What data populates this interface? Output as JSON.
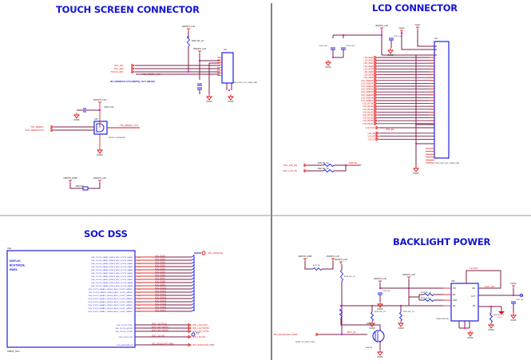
{
  "sections": {
    "touch": {
      "title": "TOUCH SCREEN CONNECTOR",
      "i2c_note": "I2C ADDRESS 0x70 (WRITE), 0x71 (READ)",
      "connector_ref": "J21",
      "connector_part": "XKB_FLEX_10P_0.5MM_SMD",
      "inputs": [
        "I2C1_SCL",
        "I2C1_SDA",
        "TOUCH_INTn"
      ],
      "reset_net": "TSC_RESETn_3V3",
      "rail_top": "VDDSHV_LCD",
      "rail_pullup": "VDDSHV_LCD",
      "pullup_res": "R232 10K_1%",
      "gnd": "DGND",
      "buffer_ref": "U26",
      "buffer_part": "SN74LVC1G08DBVR",
      "buffer_cap": "C230 0.1uF",
      "buffer_inputs": [
        "TSC_RESETn",
        "SOC_RESETSTATz"
      ],
      "buffer_output": "TSC_RESETn_3V3",
      "ferrite_left": "VDDSHV_DSBV",
      "ferrite_right": "VDDSHV_LCD",
      "ferrite_ref": "FB24 0R"
    },
    "lcd": {
      "title": "LCD CONNECTOR",
      "connector_ref": "J20",
      "connector_part": "XKB_FLEX_40P_0.5MM_SMD",
      "rails": [
        "VDDSHV_LCD",
        "VLED+",
        "VLED-"
      ],
      "caps": [
        "C228 10uF",
        "C229 0.1uF",
        "C227 0.1uF"
      ],
      "signals": [
        "LCD_RED0",
        "LCD_RED1",
        "LCD_RED2",
        "LCD_RED3",
        "LCD_RED4",
        "LCD_RED5",
        "LCD_RED6",
        "LCD_RED7",
        "LCD_GREEN0",
        "LCD_GREEN1",
        "LCD_GREEN2",
        "LCD_GREEN3",
        "LCD_GREEN4",
        "LCD_GREEN5",
        "LCD_GREEN6",
        "LCD_GREEN7",
        "LCD_BLUE0",
        "LCD_BLUE1",
        "LCD_BLUE2",
        "LCD_BLUE3",
        "LCD_BLUE4",
        "LCD_BLUE5",
        "LCD_BLUE6",
        "LCD_BLUE7"
      ],
      "ctrl_signals": [
        "LCD_PCLK",
        "LCD_DE",
        "LCD_HS",
        "LCD_VS"
      ],
      "disp_en": "DISP_EN",
      "enable_inputs": [
        "SOC_LCD_EN",
        "SOC_LCD_ON"
      ],
      "enable_res": [
        "R230 0R_1%",
        "R231 0R_1%"
      ],
      "gnd": "DGND"
    },
    "soc": {
      "title": "SOC DSS",
      "block_ref": "U1E",
      "block_part": "AM62X_SOC",
      "block_label": [
        "DISPLAY,",
        "BOOTMODE,",
        "EMIFA"
      ],
      "pins": [
        "VOUT0_DATA0",
        "VOUT0_DATA1",
        "VOUT0_DATA2",
        "VOUT0_DATA3",
        "VOUT0_DATA4",
        "VOUT0_DATA5",
        "VOUT0_DATA6",
        "VOUT0_DATA7",
        "VOUT0_DATA8",
        "VOUT0_DATA9",
        "VOUT0_DATA10",
        "VOUT0_DATA11",
        "VOUT0_DATA12",
        "VOUT0_DATA13",
        "VOUT0_DATA14",
        "VOUT0_DATA15",
        "VOUT0_DATA16",
        "VOUT0_DATA17"
      ],
      "bus_nets": [
        "SOC_DSS0",
        "SOC_DSS1",
        "SOC_DSS2",
        "SOC_DSS3",
        "SOC_DSS4",
        "SOC_DSS5",
        "SOC_DSS6",
        "SOC_DSS7",
        "SOC_DSS8",
        "SOC_DSS9",
        "SOC_DSS10",
        "SOC_DSS11",
        "SOC_DSS12",
        "SOC_DSS13",
        "SOC_DSS14",
        "SOC_DSS15",
        "SOC_DSS16",
        "SOC_DSS17"
      ],
      "bus_out": "SOC_DSS(23:0)",
      "ctrl_pins": [
        "VOUT0_PCLK",
        "VOUT0_HSYNC",
        "VOUT0_VSYNC",
        "VOUT0_DE",
        "EHRPWM0_A"
      ],
      "ctrl_nets": [
        "SOC_LCD_PCLK",
        "SOC_LCD_HSYNC",
        "SOC_LCD_VSYNC",
        "SOC_LCD_EN",
        "SOC_BACKLIGHT_PWM"
      ],
      "test_point": "TP27"
    },
    "backlight": {
      "title": "BACKLIGHT POWER",
      "ic_ref": "U25",
      "ic_part": "TPS61169DCKR",
      "ic_pins": [
        "VIN",
        "EN",
        "FSW",
        "SS",
        "SW",
        "OUT",
        "FB"
      ],
      "inductor": "L22 10uH",
      "fet_ref": "Q10",
      "fet_part": "BSS138",
      "pwm_input": "SOC_BACKLIGHT_PWM",
      "pwm_note": "RIGHT_OF_ZERO_OHM",
      "bl_en": "BKLT_EN",
      "vled": "VLED+",
      "rails": [
        "VDDSHV_DSBV",
        "VDDSHV_LCD",
        "VDDSHV_LCD",
        "VDDSHV_LCD"
      ],
      "resistors": [
        "R226 10K_1%",
        "R227 0R",
        "R228 0R_1%",
        "R229 24.9K",
        "R225 10K_1%",
        "R224 3R_1%"
      ],
      "caps": [
        "C226 1uF",
        "C225 1uF"
      ],
      "gnd": "DGND"
    }
  }
}
